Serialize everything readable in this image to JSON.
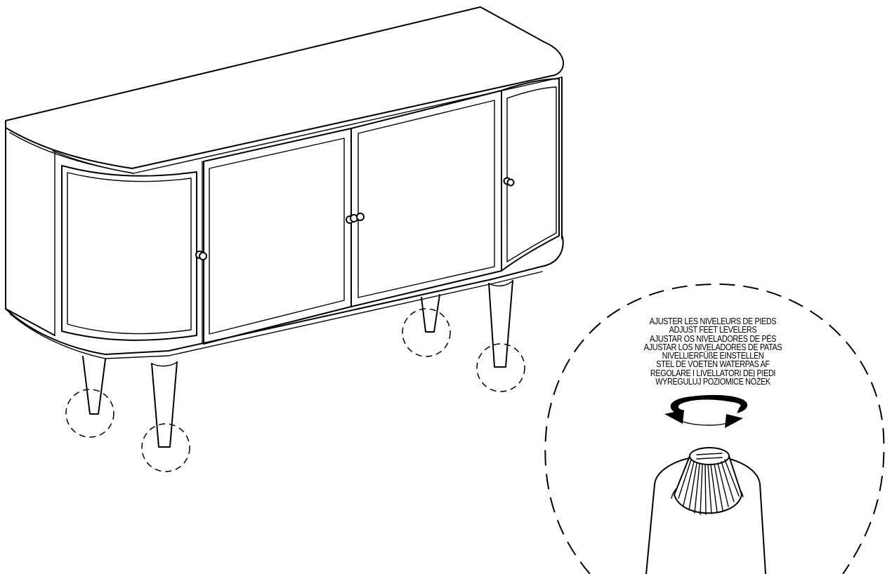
{
  "instructions": [
    "AJUSTER LES NIVELEURS DE PIEDS",
    "ADJUST FEET LEVELERS",
    "AJUSTAR OS NIVELADORES DE PÉS",
    "AJUSTAR LOS NIVELADORES DE PATAS",
    "NIVELLIERFÜßE EINSTELLEN",
    "STEL DE VOETEN WATERPAS AF",
    "REGOLARE I LIVELLATORI DEI PIEDI",
    "WYREGULUJ POZIOMICE NÓŻEK"
  ],
  "icons": {
    "rotation": "rotate-both-directions-icon",
    "foot_detail": "foot-leveler-detail-icon"
  },
  "colors": {
    "line": "#000000",
    "background": "#ffffff"
  }
}
